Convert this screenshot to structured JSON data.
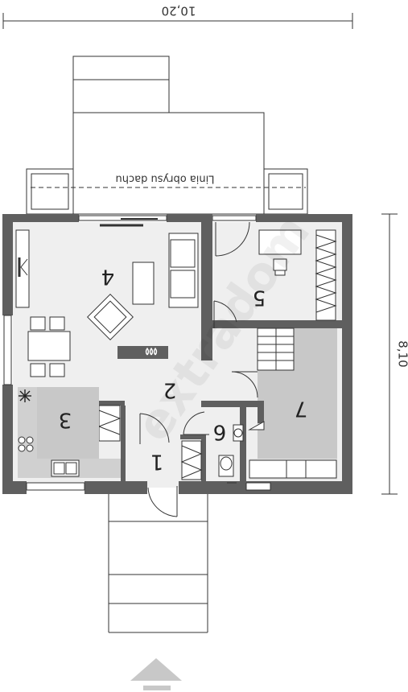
{
  "dimensions": {
    "width_label": "10,20",
    "depth_label": "8,10"
  },
  "roof_line_label": "Linia obrysu dachu",
  "rooms": [
    {
      "number": "1"
    },
    {
      "number": "2"
    },
    {
      "number": "3"
    },
    {
      "number": "4"
    },
    {
      "number": "5"
    },
    {
      "number": "6"
    },
    {
      "number": "7"
    }
  ],
  "watermark": "extradom",
  "colors": {
    "wall": "#5f5f5f",
    "floor_light": "#efefef",
    "floor_dark": "#c8c8c8",
    "line": "#333333"
  },
  "icons": [
    "fireplace-icon",
    "snowflake-icon",
    "entrance-arrow-icon",
    "tv-icon"
  ]
}
